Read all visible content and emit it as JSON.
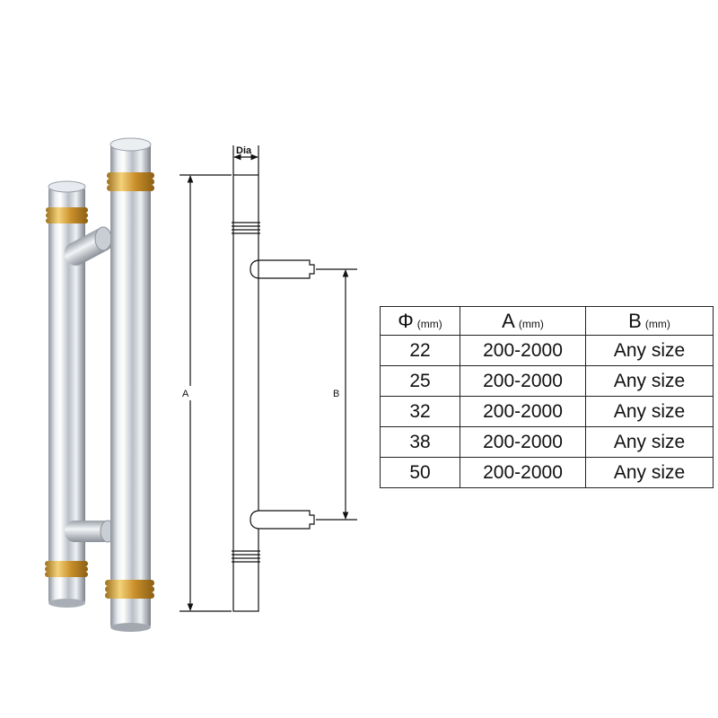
{
  "drawing": {
    "dim_labels": {
      "dia": "Dia",
      "a": "A",
      "b": "B"
    }
  },
  "table": {
    "headers": [
      {
        "symbol": "Φ",
        "unit": "(mm)"
      },
      {
        "symbol": "A",
        "unit": "(mm)"
      },
      {
        "symbol": "B",
        "unit": "(mm)"
      }
    ],
    "rows": [
      [
        "22",
        "200-2000",
        "Any size"
      ],
      [
        "25",
        "200-2000",
        "Any size"
      ],
      [
        "32",
        "200-2000",
        "Any size"
      ],
      [
        "38",
        "200-2000",
        "Any size"
      ],
      [
        "50",
        "200-2000",
        "Any size"
      ]
    ]
  },
  "colors": {
    "chrome_dark": "#8a8f98",
    "chrome_light": "#f4f6f8",
    "gold": "#d9a93a",
    "line": "#111111"
  }
}
